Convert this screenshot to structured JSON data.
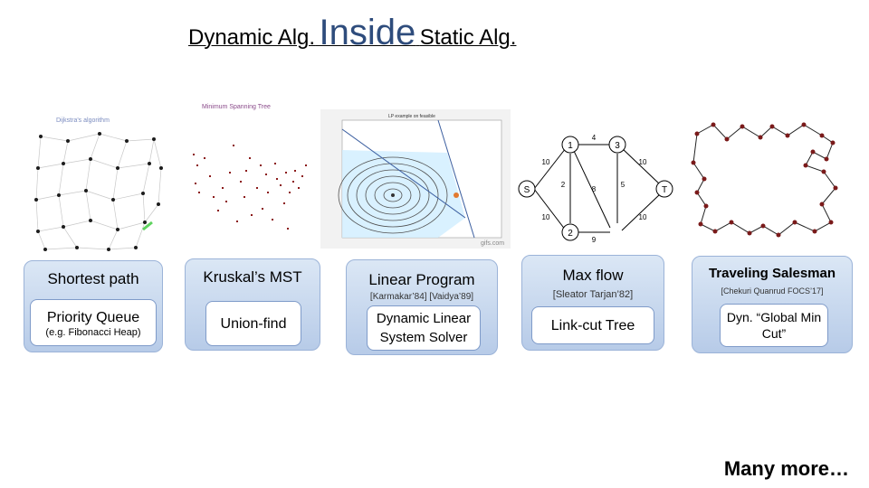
{
  "title": {
    "left": "Dynamic Alg.",
    "middle": "Inside",
    "right": "Static Alg."
  },
  "thumbnails": {
    "dijkstra": {
      "caption": "Dijkstra's algorithm"
    },
    "mst": {
      "caption": "Minimum Spanning Tree"
    },
    "lp": {
      "caption": "LP example on feasible",
      "watermark": "gifs.com"
    },
    "maxflow": {
      "nodes": [
        "1",
        "2",
        "3",
        "S",
        "T"
      ],
      "edge_labels": [
        "4",
        "10",
        "10",
        "2",
        "8",
        "5",
        "10",
        "10",
        "9"
      ]
    }
  },
  "cards": [
    {
      "title": "Shortest path",
      "cite": "",
      "inner_main": "Priority Queue",
      "inner_sub": "(e.g. Fibonacci Heap)"
    },
    {
      "title": "Kruskal’s MST",
      "cite": "",
      "inner_main": "Union-find",
      "inner_sub": ""
    },
    {
      "title": "Linear Program",
      "cite": "[Karmakar’84] [Vaidya’89]",
      "inner_main": "Dynamic Linear System Solver",
      "inner_sub": ""
    },
    {
      "title": "Max flow",
      "cite": "[Sleator Tarjan’82]",
      "inner_main": "Link-cut Tree",
      "inner_sub": ""
    },
    {
      "title": "Traveling Salesman",
      "cite": "[Chekuri Quanrud FOCS’17]",
      "inner_main": "Dyn. “Global Min Cut”",
      "inner_sub": ""
    }
  ],
  "footer": {
    "more": "Many more…"
  },
  "colors": {
    "accent": "#2e4c7c",
    "card_top": "#dbe7f5",
    "card_bottom": "#b7cbe8",
    "node": "#222222",
    "tsp_node": "#7a1a1a"
  }
}
